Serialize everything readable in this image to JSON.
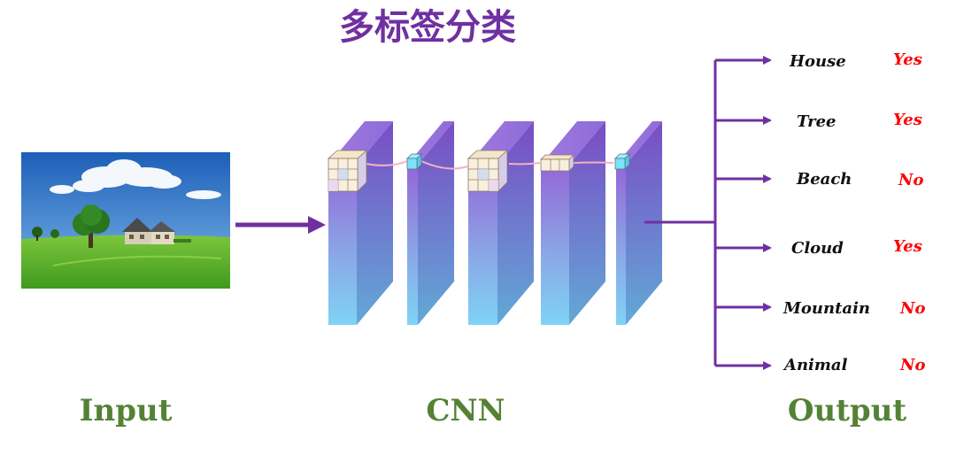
{
  "title": "多标签分类",
  "sections": {
    "input": "Input",
    "cnn": "CNN",
    "output": "Output"
  },
  "colors": {
    "arrow": "#7030a0",
    "answer": "#ff0000",
    "section_label": "#548235",
    "title": "#7030a0"
  },
  "input_image": {
    "icon": "landscape-house-photo-icon"
  },
  "outputs": [
    {
      "label": "House",
      "answer": "Yes"
    },
    {
      "label": "Tree",
      "answer": "Yes"
    },
    {
      "label": "Beach",
      "answer": "No"
    },
    {
      "label": "Cloud",
      "answer": "Yes"
    },
    {
      "label": "Mountain",
      "answer": "No"
    },
    {
      "label": "Animal",
      "answer": "No"
    }
  ]
}
